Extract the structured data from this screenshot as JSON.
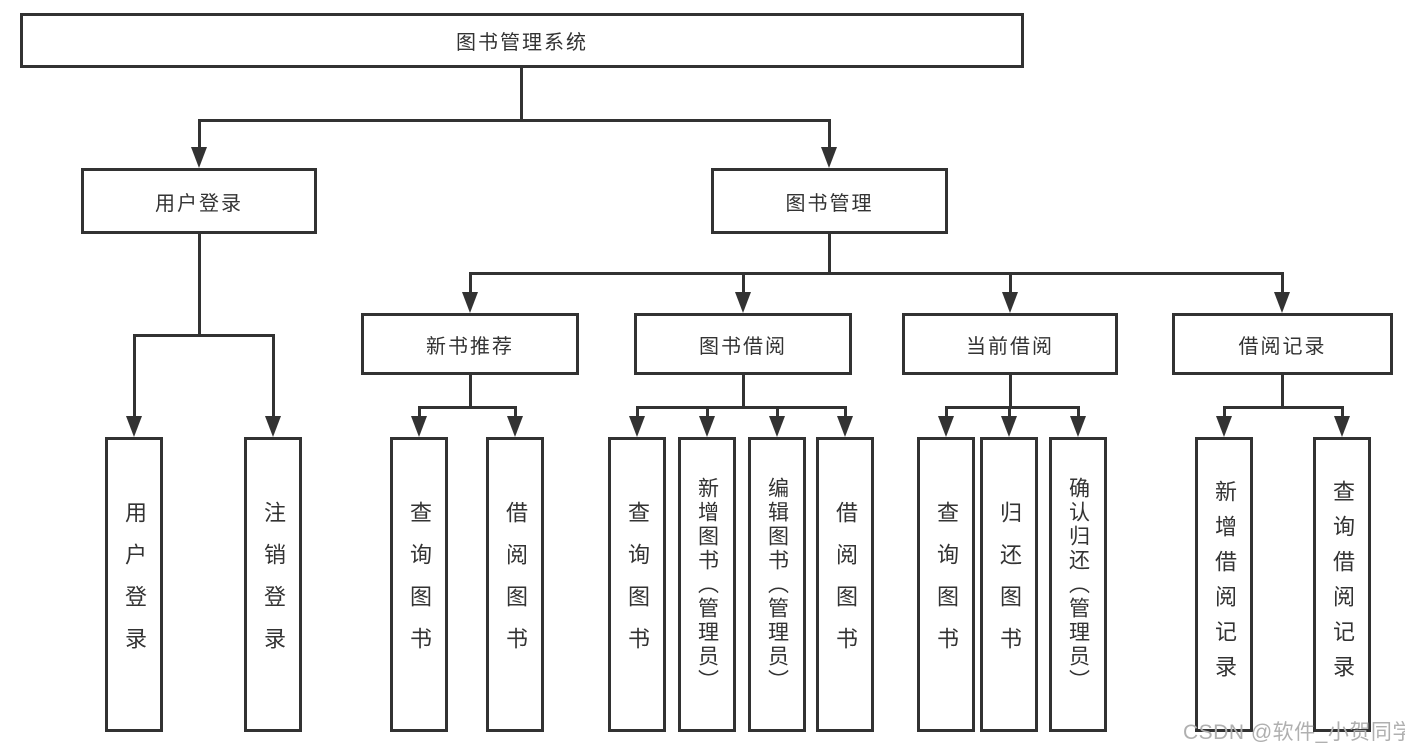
{
  "colors": {
    "line": "#323232",
    "box_border": "#323232",
    "text": "#333333",
    "background": "#ffffff",
    "watermark": "#b0b0b0"
  },
  "watermark": {
    "text": "CSDN @软件_小贺同学"
  },
  "tree": {
    "root": {
      "label": "图书管理系统"
    },
    "branches": [
      {
        "label": "用户登录",
        "children": [
          {
            "label": "用户登录"
          },
          {
            "label": "注销登录"
          }
        ]
      },
      {
        "label": "图书管理",
        "children": [
          {
            "label": "新书推荐",
            "children": [
              {
                "label": "查询图书"
              },
              {
                "label": "借阅图书"
              }
            ]
          },
          {
            "label": "图书借阅",
            "children": [
              {
                "label": "查询图书"
              },
              {
                "label": "新增图书（管理员）"
              },
              {
                "label": "编辑图书（管理员）"
              },
              {
                "label": "借阅图书"
              }
            ]
          },
          {
            "label": "当前借阅",
            "children": [
              {
                "label": "查询图书"
              },
              {
                "label": "归还图书"
              },
              {
                "label": "确认归还（管理员）"
              }
            ]
          },
          {
            "label": "借阅记录",
            "children": [
              {
                "label": "新增借阅记录"
              },
              {
                "label": "查询借阅记录"
              }
            ]
          }
        ]
      }
    ]
  }
}
